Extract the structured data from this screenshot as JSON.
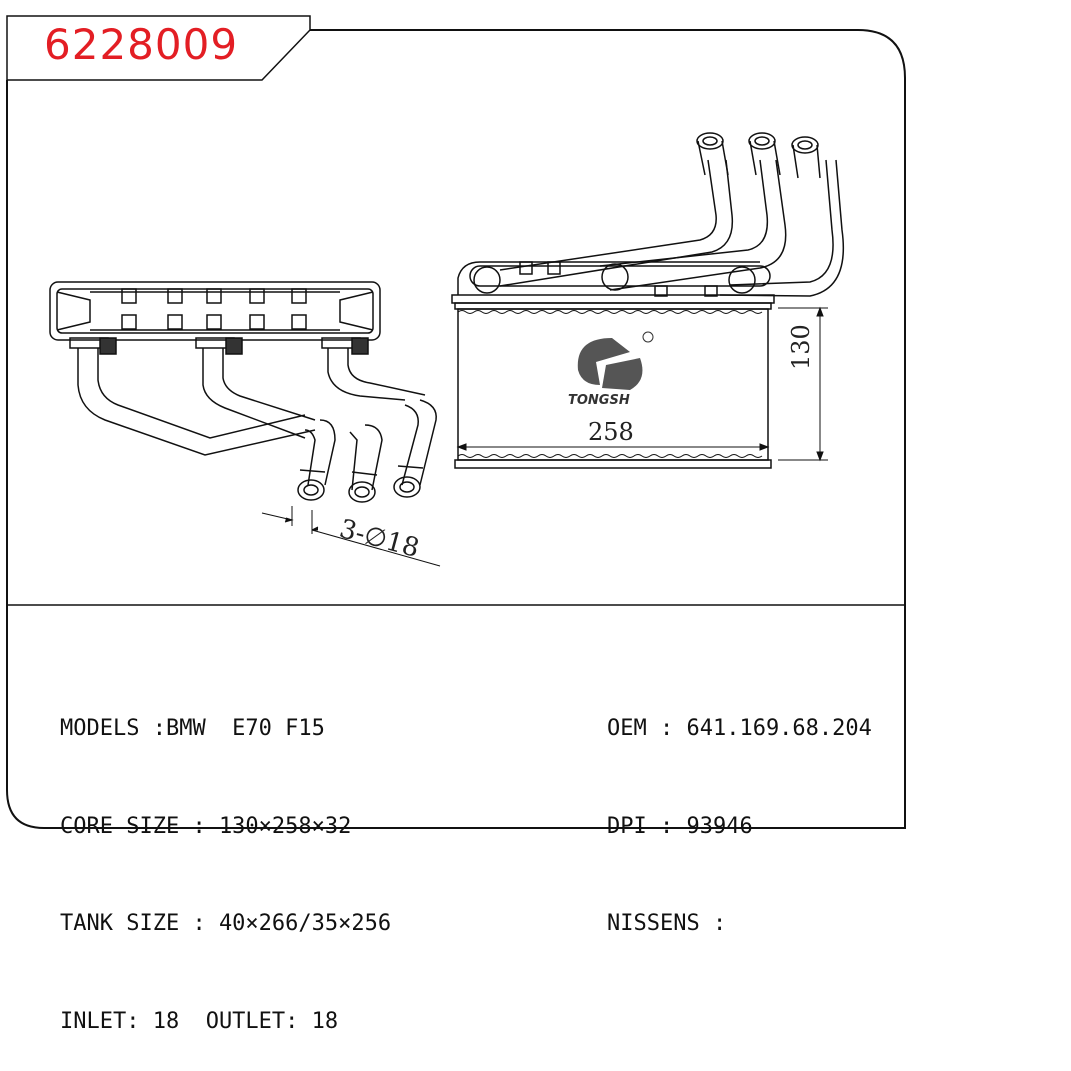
{
  "part_number": "6228009",
  "brand_text": "TONGSH",
  "dimensions": {
    "width": "258",
    "height": "130",
    "pipe": "3-∅18"
  },
  "specs_left": [
    "MODELS :BMW  E70 F15",
    "CORE SIZE : 130×258×32",
    "TANK SIZE : 40×266/35×256",
    "INLET: 18  OUTLET: 18"
  ],
  "specs_right": [
    "OEM : 641.169.68.204",
    "DPI : 93946",
    "NISSENS :"
  ],
  "colors": {
    "part_number": "#e31e24",
    "line": "#111111"
  }
}
